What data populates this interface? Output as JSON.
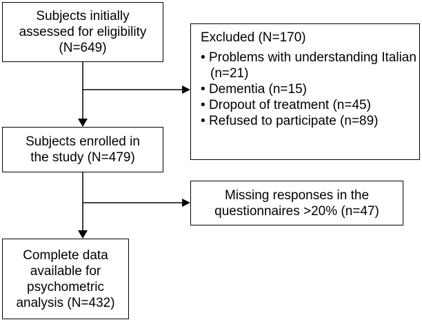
{
  "nodes": {
    "assessed": [
      "Subjects initially",
      "assessed for eligibility",
      "(N=649)"
    ],
    "excluded": {
      "title": "Excluded (N=170)",
      "items": [
        "Problems with understanding Italian (n=21)",
        "Dementia (n=15)",
        "Dropout of treatment (n=45)",
        "Refused to participate (n=89)"
      ]
    },
    "enrolled": [
      "Subjects enrolled in",
      "the study (N=479)"
    ],
    "missing": [
      "Missing responses in the",
      "questionnaires >20% (n=47)"
    ],
    "complete": [
      "Complete data",
      "available for",
      "psychometric",
      "analysis (N=432)"
    ]
  }
}
